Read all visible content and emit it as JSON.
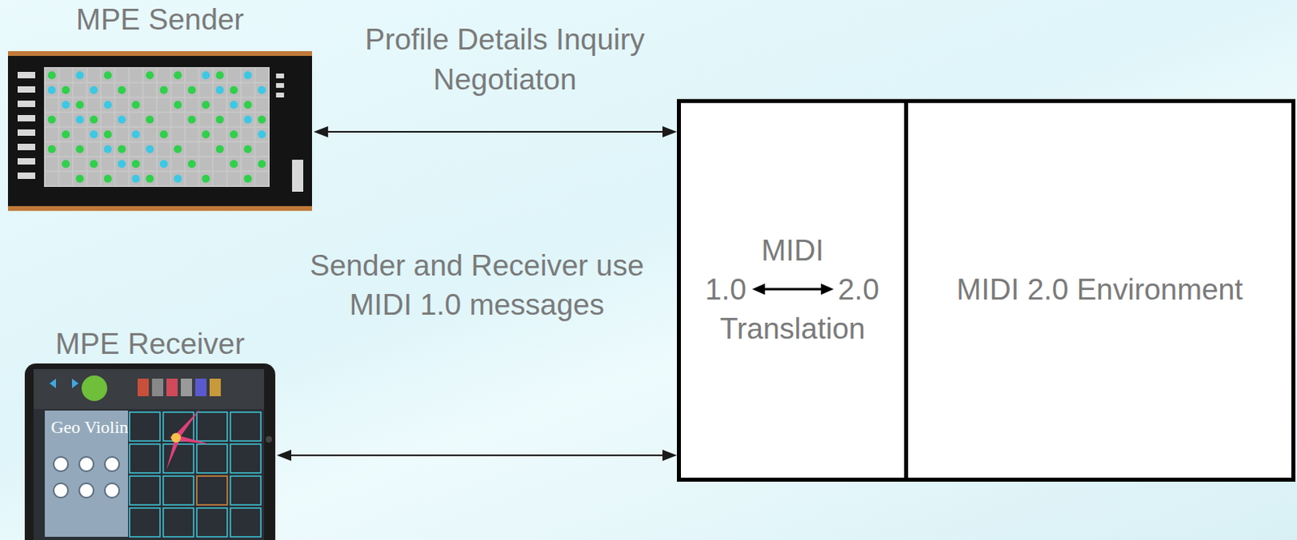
{
  "diagram": {
    "nodes": [
      {
        "text": [
          "MPE Sender"
        ]
      },
      {
        "text": [
          "MPE Receiver"
        ]
      },
      {
        "text": [
          "MIDI",
          "1.0",
          "2.0",
          "Translation"
        ]
      },
      {
        "text": [
          "MIDI 2.0 Environment"
        ]
      }
    ],
    "edges": [
      {
        "from": 0,
        "to": 2,
        "arrow": "both",
        "label": "Profile Details Inquiry Negotiaton"
      },
      {
        "from": 1,
        "to": 2,
        "arrow": "both"
      }
    ],
    "labels": [
      "Sender and Receiver use MIDI 1.0 messages",
      "Geo Violin"
    ]
  }
}
